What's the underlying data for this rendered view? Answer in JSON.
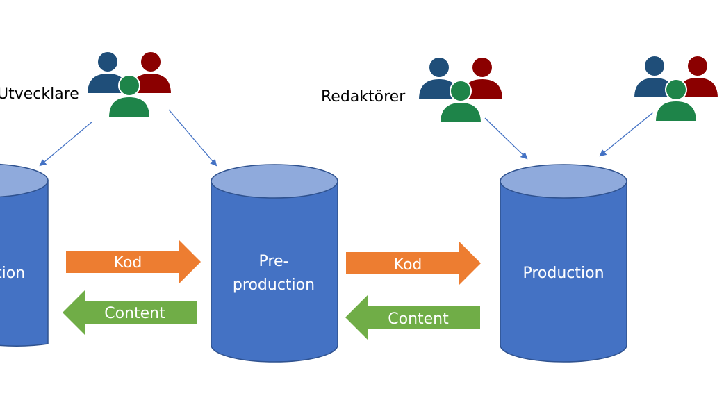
{
  "groups": {
    "developers": {
      "label": "Utvecklare",
      "icon": "users-group-icon"
    },
    "editors": {
      "label": "Redaktörer",
      "icon": "users-group-icon"
    },
    "right_users": {
      "label": "",
      "icon": "users-group-icon"
    }
  },
  "databases": {
    "left": {
      "label": "tion"
    },
    "preproduction": {
      "label_line1": "Pre-",
      "label_line2": "production"
    },
    "production": {
      "label": "Production"
    }
  },
  "flows": {
    "left_code": {
      "label": "Kod",
      "direction": "right"
    },
    "left_content": {
      "label": "Content",
      "direction": "left"
    },
    "right_code": {
      "label": "Kod",
      "direction": "right"
    },
    "right_content": {
      "label": "Content",
      "direction": "left"
    }
  },
  "colors": {
    "cylinder_body": "#4472C4",
    "cylinder_top": "#8FAADC",
    "cylinder_edge": "#2F528F",
    "code_arrow": "#ED7D31",
    "content_arrow": "#70AD47",
    "connector": "#4472C4",
    "person_blue": "#1F4E79",
    "person_red": "#8B0000",
    "person_green": "#1E8449"
  }
}
